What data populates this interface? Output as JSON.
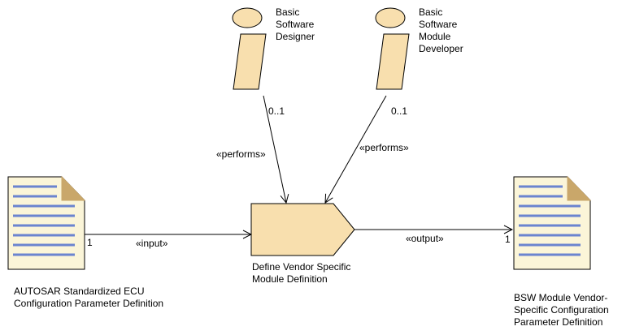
{
  "roles": [
    {
      "id": "designer",
      "name": "Basic Software Designer",
      "lines": [
        "Basic",
        "Software",
        "Designer"
      ],
      "multiplicity": "0..1",
      "relation": "«performs»"
    },
    {
      "id": "developer",
      "name": "Basic Software Module Developer",
      "lines": [
        "Basic",
        "Software",
        "Module",
        "Developer"
      ],
      "multiplicity": "0..1",
      "relation": "«performs»"
    }
  ],
  "task": {
    "name": "Define Vendor Specific Module Definition",
    "lines": [
      "Define Vendor Specific",
      "Module Definition"
    ]
  },
  "input": {
    "name": "AUTOSAR Standardized ECU Configuration Parameter Definition",
    "lines": [
      "AUTOSAR Standardized ECU",
      "Configuration Parameter Definition"
    ],
    "multiplicity": "1",
    "relation": "«input»"
  },
  "output": {
    "name": "BSW Module Vendor-Specific Configuration Parameter Definition",
    "lines": [
      "BSW Module Vendor-",
      "Specific Configuration",
      "Parameter Definition"
    ],
    "multiplicity": "1",
    "relation": "«output»"
  },
  "colors": {
    "role_fill": "#f8dfae",
    "task_fill": "#f8dfae",
    "doc_fill": "#fbf5d8",
    "doc_fold": "#c9a76a",
    "doc_line": "#6b84cf",
    "stroke": "#000000"
  }
}
